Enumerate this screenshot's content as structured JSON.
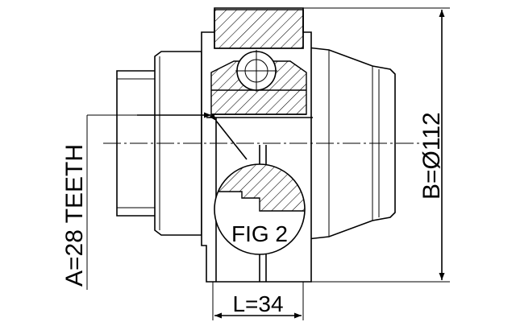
{
  "labels": {
    "teeth": "A=28 TEETH",
    "diameter": "B=Ø112",
    "length": "L=34",
    "figure": "FIG 2"
  }
}
